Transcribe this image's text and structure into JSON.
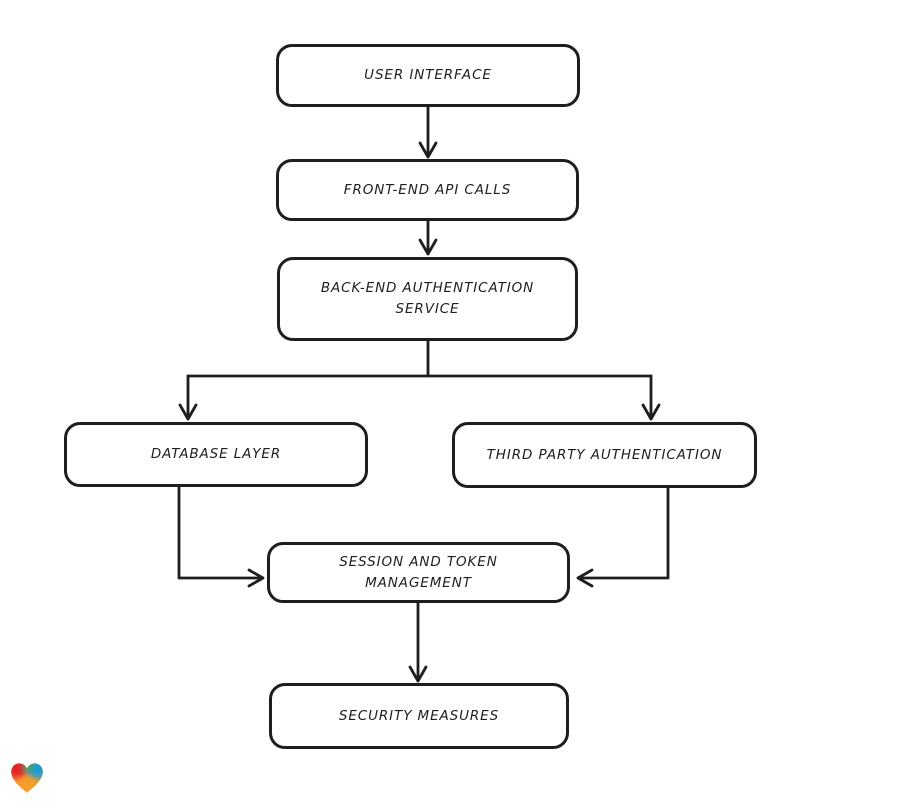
{
  "diagram": {
    "type": "flowchart",
    "background_color": "#ffffff",
    "node_fill_color": "#ffffff",
    "stroke_color": "#1e1e1e",
    "nodes": [
      {
        "id": "user-interface",
        "label": "USER INTERFACE"
      },
      {
        "id": "front-end-api-calls",
        "label": "FRONT-END API CALLS"
      },
      {
        "id": "back-end-authentication-service",
        "label": "BACK-END AUTHENTICATION SERVICE"
      },
      {
        "id": "database-layer",
        "label": "DATABASE LAYER"
      },
      {
        "id": "third-party-authentication",
        "label": "THIRD PARTY AUTHENTICATION"
      },
      {
        "id": "session-and-token-management",
        "label": "SESSION AND TOKEN MANAGEMENT"
      },
      {
        "id": "security-measures",
        "label": "SECURITY MEASURES"
      }
    ],
    "edges": [
      {
        "from": "user-interface",
        "to": "front-end-api-calls"
      },
      {
        "from": "front-end-api-calls",
        "to": "back-end-authentication-service"
      },
      {
        "from": "back-end-authentication-service",
        "to": "database-layer"
      },
      {
        "from": "back-end-authentication-service",
        "to": "third-party-authentication"
      },
      {
        "from": "database-layer",
        "to": "session-and-token-management"
      },
      {
        "from": "third-party-authentication",
        "to": "session-and-token-management"
      },
      {
        "from": "session-and-token-management",
        "to": "security-measures"
      }
    ]
  },
  "logo": {
    "name": "gradient-heart-logo",
    "colors": {
      "red": "#e3262b",
      "green": "#3faa4d",
      "blue": "#1c9ad6",
      "orange": "#f59e2c"
    }
  }
}
